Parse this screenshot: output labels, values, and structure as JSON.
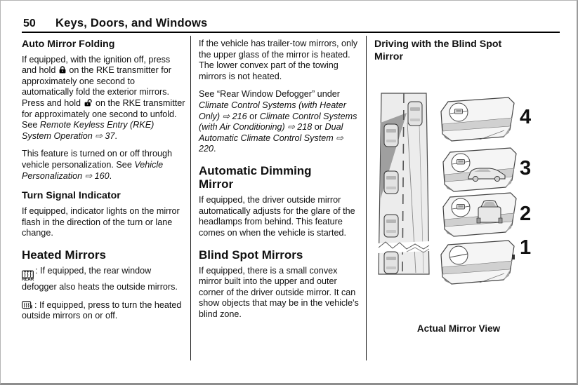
{
  "page_header": {
    "number": "50",
    "title": "Keys, Doors, and Windows"
  },
  "icons": {
    "lock_closed": "lock-closed",
    "lock_open": "lock-open",
    "rear_defogger": "rear-window-defogger",
    "heated_mirror": "heated-mirror"
  },
  "col1": {
    "heading1": "Auto Mirror Folding",
    "p1a": "If equipped, with the ignition off, press and hold ",
    "p1b": " on the RKE transmitter for approximately one second to automatically fold the exterior mirrors. Press and hold ",
    "p1c": " on the RKE transmitter for approximately one second to unfold. See ",
    "p1d": "Remote Keyless Entry (RKE) System Operation ⇨ 37",
    "p1e": ".",
    "p2a": "This feature is turned on or off through vehicle personalization. See ",
    "p2b": "Vehicle Personalization ⇨ 160",
    "p2c": ".",
    "heading2": "Turn Signal Indicator",
    "p3": "If equipped, indicator lights on the mirror flash in the direction of the turn or lane change.",
    "heading3": "Heated Mirrors",
    "rear_icon_label": "REAR",
    "p4": ": If equipped, the rear window defogger also heats the outside mirrors.",
    "p5": ": If equipped, press to turn the heated outside mirrors on or off."
  },
  "col2": {
    "p1": "If the vehicle has trailer-tow mirrors, only the upper glass of the mirror is heated. The lower convex part of the towing mirrors is not heated.",
    "p2a": "See “Rear Window Defogger” under ",
    "p2b": "Climate Control Systems (with Heater Only) ⇨ 216",
    "p2c": " or ",
    "p2d": "Climate Control Systems (with Air Conditioning) ⇨ 218",
    "p2e": " or ",
    "p2f": "Dual Automatic Climate Control System ⇨ 220",
    "p2g": ".",
    "heading1": "Automatic Dimming Mirror",
    "p3": "If equipped, the driver outside mirror automatically adjusts for the glare of the headlamps from behind. This feature comes on when the vehicle is started.",
    "heading2": "Blind Spot Mirrors",
    "p4": "If equipped, there is a small convex mirror built into the upper and outer corner of the driver outside mirror. It can show objects that may be in the vehicle's blind zone."
  },
  "col3": {
    "heading": "Driving with the Blind Spot Mirror",
    "mirror_labels": [
      "4",
      "3",
      "2",
      "1"
    ],
    "caption": "Actual Mirror View"
  }
}
